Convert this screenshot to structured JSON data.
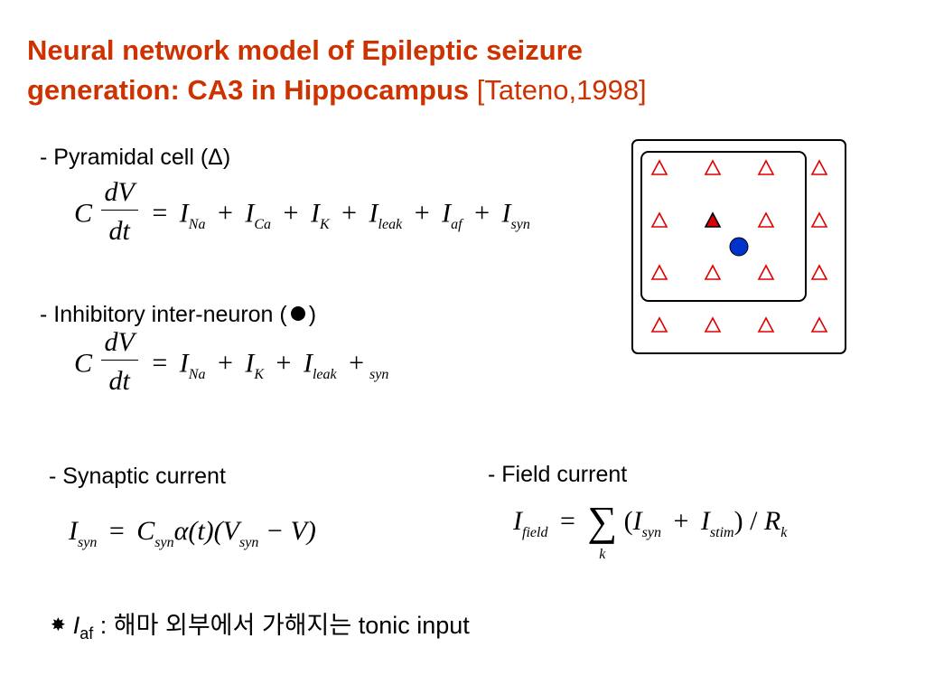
{
  "title": {
    "line1": "Neural network model of Epileptic seizure",
    "line2": "generation: CA3 in Hippocampus",
    "cite": "[Tateno,1998]"
  },
  "pyramidal": {
    "label": "- Pyramidal cell (Δ)"
  },
  "inhibitory": {
    "label_prefix": "- Inhibitory inter-neuron (",
    "label_suffix": ")"
  },
  "synaptic": {
    "label": "- Synaptic current"
  },
  "field": {
    "label": "- Field current"
  },
  "equations": {
    "C": "C",
    "dV": "dV",
    "dt": "dt",
    "eq": "=",
    "plus": "+",
    "I": "I",
    "Na": "Na",
    "Ca": "Ca",
    "K": "K",
    "leak": "leak",
    "af": "af",
    "syn": "syn",
    "field": "field",
    "stim": "stim",
    "alpha_t": "α(t)",
    "V_open": "(V",
    "minusV": "− V)",
    "sum": "∑",
    "k": "k",
    "open": "(",
    "close": ")",
    "slash": "/",
    "R": "R"
  },
  "note": {
    "symbol": "✸",
    "I": "I",
    "af": "af",
    "text": " : 해마 외부에서 가해지는 tonic input"
  },
  "colors": {
    "title": "#cc3300",
    "triangle": "#e00000",
    "neuron_fill": "#0033cc"
  }
}
